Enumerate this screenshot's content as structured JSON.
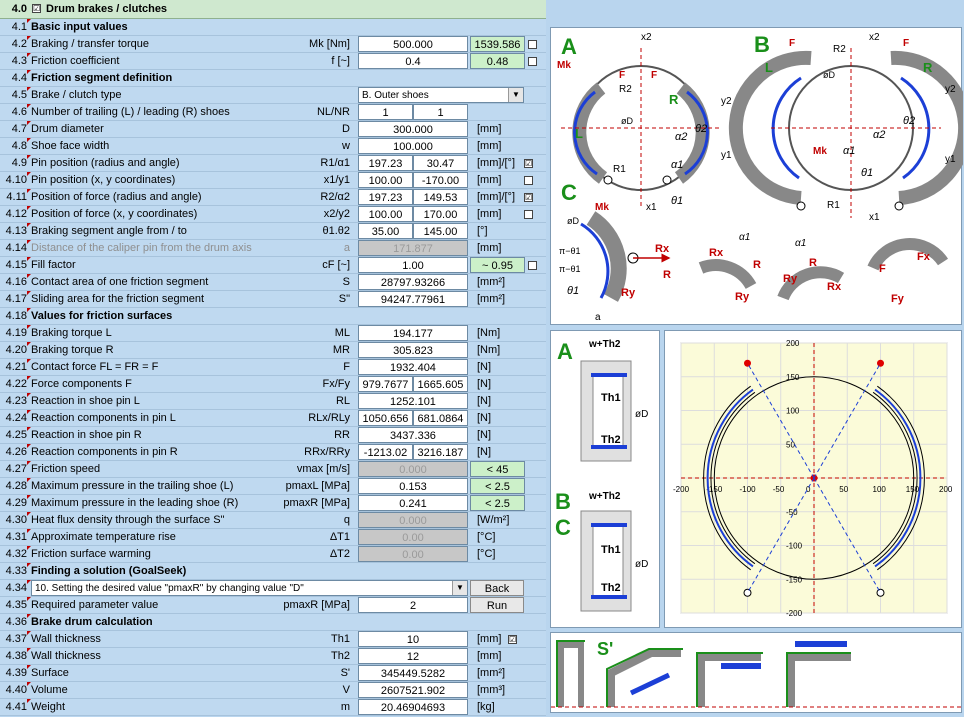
{
  "title": {
    "num": "4.0",
    "label": "Drum brakes / clutches"
  },
  "rows": [
    {
      "num": "4.1",
      "label": "Basic input values",
      "header": true
    },
    {
      "num": "4.2",
      "label": "Braking / transfer torque",
      "sym": "Mk [Nm]",
      "val": "500.000",
      "green": "1539.586",
      "chk": "",
      "unit": ""
    },
    {
      "num": "4.3",
      "label": "Friction coefficient",
      "sym": "f [~]",
      "val": "0.4",
      "green": "0.48",
      "chk": ""
    },
    {
      "num": "4.4",
      "label": "Friction segment definition",
      "header": true
    },
    {
      "num": "4.5",
      "label": "Brake / clutch type",
      "select": "B. Outer shoes"
    },
    {
      "num": "4.6",
      "label": "Number of trailing (L) / leading (R) shoes",
      "sym": "NL/NR",
      "a": "1",
      "b": "1"
    },
    {
      "num": "4.7",
      "label": "Drum diameter",
      "sym": "D",
      "val": "300.000",
      "unit": "[mm]"
    },
    {
      "num": "4.8",
      "label": "Shoe face width",
      "sym": "w",
      "val": "100.000",
      "unit": "[mm]"
    },
    {
      "num": "4.9",
      "label": "Pin position (radius and angle)",
      "sym": "R1/α1",
      "a": "197.23",
      "b": "30.47",
      "unit": "[mm]/[°]",
      "chk2": "☑"
    },
    {
      "num": "4.10",
      "label": "Pin position (x, y coordinates)",
      "sym": "x1/y1",
      "a": "100.00",
      "b": "-170.00",
      "unit": "[mm]",
      "chk2": ""
    },
    {
      "num": "4.11",
      "label": "Position of force (radius and angle)",
      "sym": "R2/α2",
      "a": "197.23",
      "b": "149.53",
      "unit": "[mm]/[°]",
      "chk2": "☑"
    },
    {
      "num": "4.12",
      "label": "Position of force (x, y coordinates)",
      "sym": "x2/y2",
      "a": "100.00",
      "b": "170.00",
      "unit": "[mm]",
      "chk2": ""
    },
    {
      "num": "4.13",
      "label": "Braking segment angle from / to",
      "sym": "θ1.θ2",
      "a": "35.00",
      "b": "145.00",
      "unit": "[°]"
    },
    {
      "num": "4.14",
      "label": "Distance of the caliper pin from the drum axis",
      "sym": "a",
      "grey": "171.877",
      "unit": "[mm]",
      "disabled": true
    },
    {
      "num": "4.15",
      "label": "Fill factor",
      "sym": "cF [~]",
      "val": "1.00",
      "green": "~ 0.95",
      "chk": ""
    },
    {
      "num": "4.16",
      "label": "Contact area of one friction segment",
      "sym": "S",
      "val": "28797.93266",
      "unit": "[mm²]"
    },
    {
      "num": "4.17",
      "label": "Sliding area for the friction segment",
      "sym": "S\"",
      "val": "94247.77961",
      "unit": "[mm²]"
    },
    {
      "num": "4.18",
      "label": "Values for friction surfaces",
      "header": true
    },
    {
      "num": "4.19",
      "label": "Braking torque L",
      "sym": "ML",
      "val": "194.177",
      "unit": "[Nm]"
    },
    {
      "num": "4.20",
      "label": "Braking torque R",
      "sym": "MR",
      "val": "305.823",
      "unit": "[Nm]"
    },
    {
      "num": "4.21",
      "label": "Contact force FL = FR = F",
      "sym": "F",
      "val": "1932.404",
      "unit": "[N]"
    },
    {
      "num": "4.22",
      "label": "Force components F",
      "sym": "Fx/Fy",
      "a": "979.7677",
      "b": "1665.605",
      "unit": "[N]"
    },
    {
      "num": "4.23",
      "label": "Reaction in shoe pin L",
      "sym": "RL",
      "val": "1252.101",
      "unit": "[N]"
    },
    {
      "num": "4.24",
      "label": "Reaction components in pin L",
      "sym": "RLx/RLy",
      "a": "1050.656",
      "b": "681.0864",
      "unit": "[N]"
    },
    {
      "num": "4.25",
      "label": "Reaction in shoe pin R",
      "sym": "RR",
      "val": "3437.336",
      "unit": "[N]"
    },
    {
      "num": "4.26",
      "label": "Reaction components in pin R",
      "sym": "RRx/RRy",
      "a": "-1213.02",
      "b": "3216.187",
      "unit": "[N]"
    },
    {
      "num": "4.27",
      "label": "Friction speed",
      "sym": "vmax [m/s]",
      "grey": "0.000",
      "green": "< 45"
    },
    {
      "num": "4.28",
      "label": "Maximum pressure in the trailing shoe (L)",
      "sym": "pmaxL [MPa]",
      "val": "0.153",
      "green": "< 2.5"
    },
    {
      "num": "4.29",
      "label": "Maximum pressure in the leading shoe (R)",
      "sym": "pmaxR [MPa]",
      "val": "0.241",
      "green": "< 2.5"
    },
    {
      "num": "4.30",
      "label": "Heat flux density through the surface S\"",
      "sym": "q",
      "grey": "0.000",
      "unit": "[W/m²]"
    },
    {
      "num": "4.31",
      "label": "Approximate temperature rise",
      "sym": "ΔT1",
      "grey": "0.00",
      "unit": "[°C]"
    },
    {
      "num": "4.32",
      "label": "Friction surface warming",
      "sym": "ΔT2",
      "grey": "0.00",
      "unit": "[°C]"
    },
    {
      "num": "4.33",
      "label": "Finding a solution (GoalSeek)",
      "header": true
    },
    {
      "num": "4.34",
      "label": "",
      "goal": "10. Setting the desired value \"pmaxR\" by changing value \"D\"",
      "button": "Back"
    },
    {
      "num": "4.35",
      "label": "Required parameter value",
      "sym": "pmaxR [MPa]",
      "val": "2",
      "button": "Run"
    },
    {
      "num": "4.36",
      "label": "Brake drum calculation",
      "header": true
    },
    {
      "num": "4.37",
      "label": "Wall thickness",
      "sym": "Th1",
      "val": "10",
      "unit": "[mm]",
      "chk3": "☑"
    },
    {
      "num": "4.38",
      "label": "Wall thickness",
      "sym": "Th2",
      "val": "12",
      "unit": "[mm]"
    },
    {
      "num": "4.39",
      "label": "Surface",
      "sym": "S'",
      "val": "345449.5282",
      "unit": "[mm²]"
    },
    {
      "num": "4.40",
      "label": "Volume",
      "sym": "V",
      "val": "2607521.902",
      "unit": "[mm³]"
    },
    {
      "num": "4.41",
      "label": "Weight",
      "sym": "m",
      "val": "20.46904693",
      "unit": "[kg]"
    }
  ],
  "diagram": {
    "A": "A",
    "B": "B",
    "C": "C",
    "labels": [
      "Mk",
      "F",
      "R2",
      "x2",
      "L",
      "R",
      "øD",
      "y2",
      "α2",
      "θ2",
      "R1",
      "α1",
      "θ1",
      "y1",
      "x1",
      "Rx",
      "Ry",
      "a",
      "π−θ1",
      "Fx",
      "Fy"
    ]
  },
  "section": {
    "A": "A",
    "B": "B",
    "C": "C",
    "w": "w+Th2",
    "th1": "Th1",
    "th2": "Th2",
    "d": "øD"
  },
  "plot": {
    "ticks": [
      "-200",
      "-150",
      "-100",
      "-50",
      "0",
      "50",
      "100",
      "150",
      "200"
    ],
    "yticks": [
      "200",
      "150",
      "100",
      "50",
      "0",
      "-50",
      "-100",
      "-150",
      "-200"
    ]
  },
  "surface": {
    "label": "S'"
  }
}
